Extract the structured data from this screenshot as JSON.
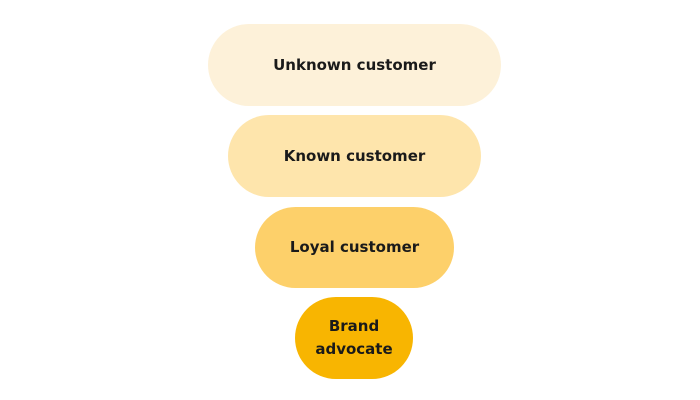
{
  "funnel": {
    "stages": [
      {
        "label": "Unknown customer",
        "color": "#FDF1D9"
      },
      {
        "label": "Known customer",
        "color": "#FEE5AC"
      },
      {
        "label": "Loyal customer",
        "color": "#FDD06A"
      },
      {
        "label": "Brand\nadvocate",
        "color": "#F8B501"
      }
    ]
  }
}
